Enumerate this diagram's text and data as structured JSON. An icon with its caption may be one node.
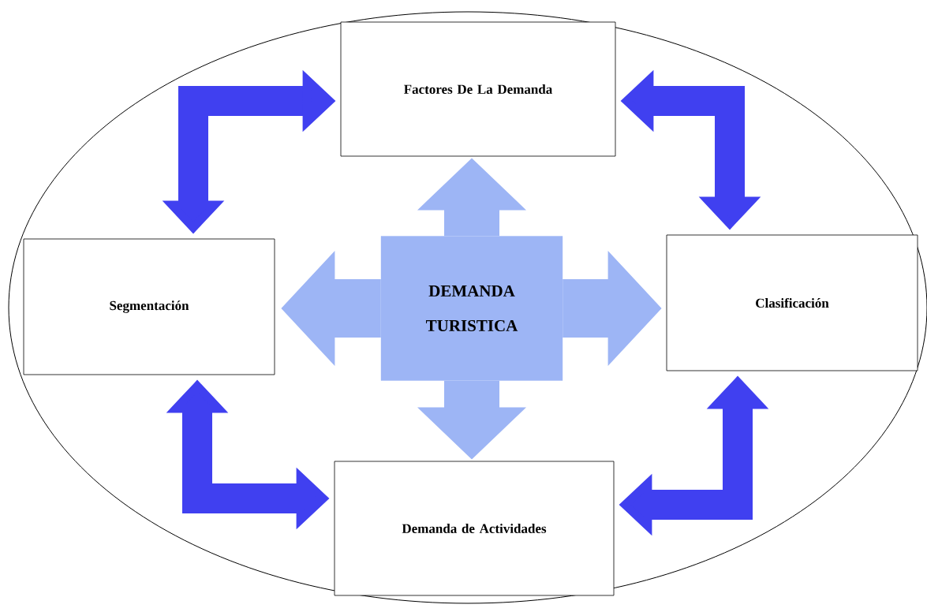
{
  "diagram": {
    "nodes": [
      {
        "text": [],
        "shape": "ellipse"
      },
      {
        "text": [
          "Factores De La Demanda"
        ],
        "in": 0
      },
      {
        "text": [
          "Segmentación"
        ],
        "in": 0
      },
      {
        "text": [
          "DEMANDA TURISTICA"
        ],
        "in": 0
      },
      {
        "text": [
          "Clasificación"
        ],
        "in": 0
      },
      {
        "text": [
          "Demanda de Actividades"
        ],
        "in": 0
      }
    ],
    "edges": [
      {
        "from": 2,
        "to": 1,
        "arrow": "both"
      },
      {
        "from": 1,
        "to": 4,
        "arrow": "both"
      },
      {
        "from": 2,
        "to": 5,
        "arrow": "both"
      },
      {
        "from": 5,
        "to": 4,
        "arrow": "both"
      },
      {
        "from": 3,
        "to": 1,
        "arrow": "to",
        "style": "thick",
        "color": "#9db5f5"
      },
      {
        "from": 3,
        "to": 2,
        "arrow": "to",
        "style": "thick",
        "color": "#9db5f5"
      },
      {
        "from": 3,
        "to": 4,
        "arrow": "to",
        "style": "thick",
        "color": "#9db5f5"
      },
      {
        "from": 3,
        "to": 5,
        "arrow": "to",
        "style": "thick",
        "color": "#9db5f5"
      }
    ]
  }
}
